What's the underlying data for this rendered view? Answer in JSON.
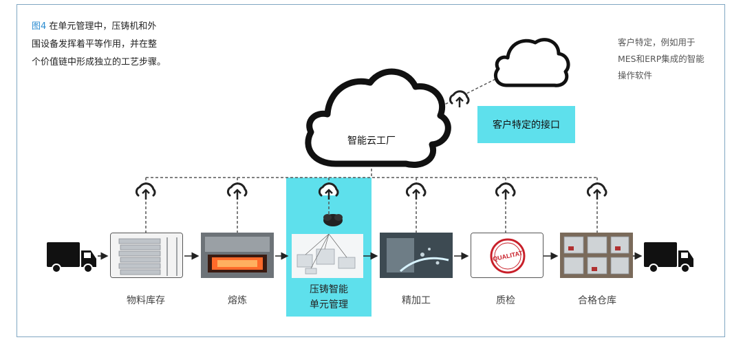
{
  "caption": {
    "fig_ref": "图4",
    "text_line1": " 在单元管理中，压铸机和外",
    "text_line2": "围设备发挥着平等作用，并在整",
    "text_line3": "个价值链中形成独立的工艺步骤。"
  },
  "note": {
    "line1": "客户特定，例如用于",
    "line2": "MES和ERP集成的智能",
    "line3": "操作软件"
  },
  "cloud": {
    "label": "智能云工厂"
  },
  "interface": {
    "label": "客户特定的接口"
  },
  "steps": [
    {
      "label": "物料库存",
      "icon": "material-stack-image"
    },
    {
      "label": "熔炼",
      "icon": "furnace-image"
    },
    {
      "label_line1": "压铸智能",
      "label_line2": "单元管理",
      "icon": "cell-layout-image"
    },
    {
      "label": "精加工",
      "icon": "machining-image"
    },
    {
      "label": "质检",
      "icon": "qualitat-stamp-image"
    },
    {
      "label": "合格仓库",
      "icon": "warehouse-image"
    }
  ],
  "stamp": {
    "text": "QUALITAT"
  },
  "colors": {
    "accent": "#5ee0ec",
    "frame": "#7fa6c2",
    "fig_ref": "#2a8bd0"
  }
}
